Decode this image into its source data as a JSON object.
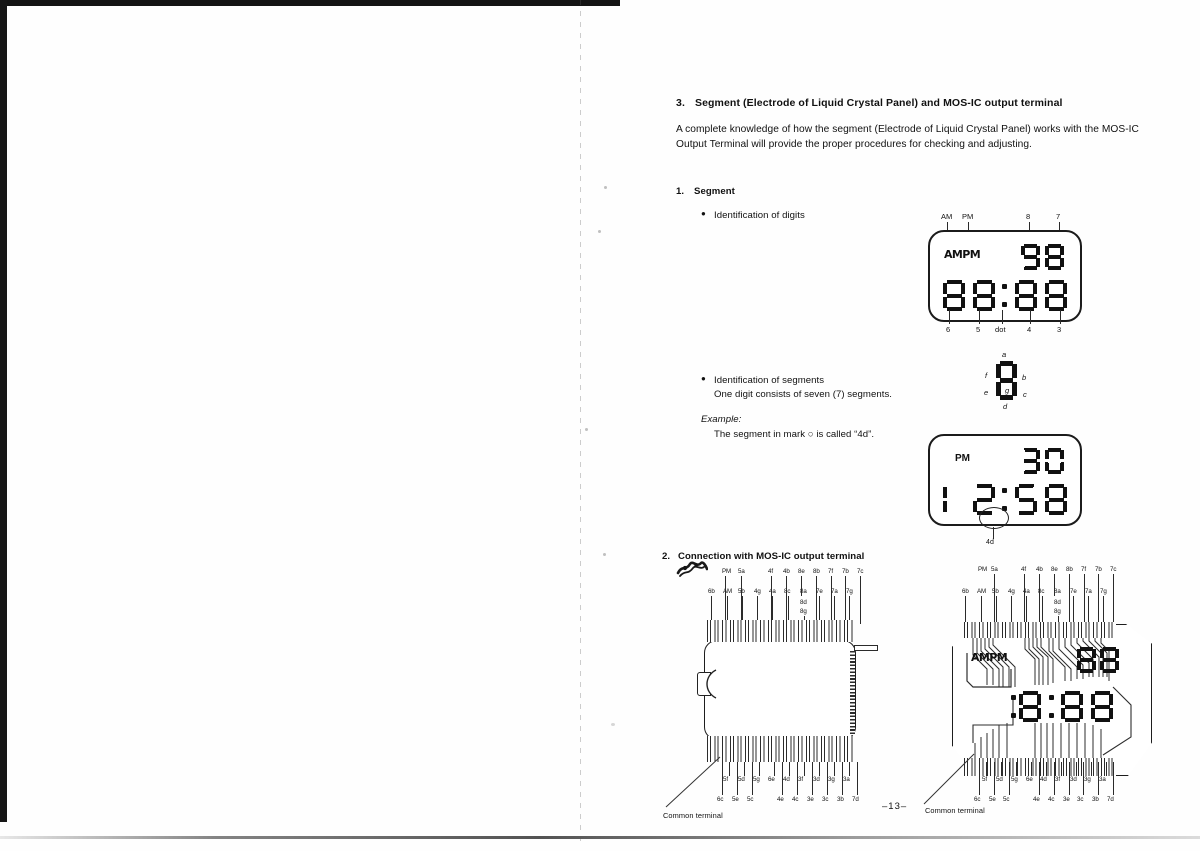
{
  "page": {
    "number": "–13–",
    "background": "#fefefe",
    "ink": "#111111"
  },
  "section": {
    "number": "3.",
    "title": "Segment (Electrode of Liquid Crystal Panel) and MOS-IC output terminal",
    "intro_line1": "A complete knowledge of how the segment (Electrode of Liquid Crystal Panel) works with the MOS-IC",
    "intro_line2": "Output Terminal will provide the proper procedures for checking and adjusting."
  },
  "sub1": {
    "number": "1.",
    "title": "Segment",
    "bullet1": "Identification of digits",
    "bullet2_line1": "Identification of segments",
    "bullet2_line2": "One digit consists of seven (7) segments.",
    "example_label": "Example:",
    "example_text": "The segment in mark ○ is called “4d”."
  },
  "sub2": {
    "number": "2.",
    "title": "Connection with MOS-IC output terminal",
    "common_terminal_left": "Common terminal",
    "common_terminal_right": "Common terminal"
  },
  "lcd_digits_figure": {
    "name": "identification-of-digits-lcd",
    "top_indicator": "AMPM",
    "top_callouts": [
      "AM",
      "PM"
    ],
    "top_digit_callouts": [
      "8",
      "7"
    ],
    "bottom_callouts": [
      "6",
      "5",
      "dot",
      "4",
      "3"
    ],
    "top_display": "88",
    "bottom_display": "88:88"
  },
  "segment_figure": {
    "name": "seven-segment-identification",
    "labels": {
      "a": "a",
      "b": "b",
      "c": "c",
      "d": "d",
      "e": "e",
      "f": "f",
      "g": "g"
    }
  },
  "lcd_example_figure": {
    "name": "example-lcd-4d",
    "pm_label": "PM",
    "top_display": "30",
    "bottom_display": "12:58",
    "marked_segment": "4d"
  },
  "ic_diagram": {
    "name": "mos-ic-output-terminal",
    "top_upper_labels": [
      "PM",
      "5a",
      "4f",
      "4b",
      "8e",
      "8b",
      "7f",
      "7b",
      "7c"
    ],
    "top_lower_labels": [
      "6b",
      "AM",
      "5b",
      "4g",
      "4a",
      "8c",
      "8a",
      "7e",
      "7a",
      "7g"
    ],
    "top_extra_labels": [
      "8d",
      "8g"
    ],
    "bottom_upper_labels": [
      "5f",
      "5d",
      "5g",
      "6e",
      "4d",
      "3f",
      "3d",
      "3g",
      "3a"
    ],
    "bottom_lower_labels": [
      "6c",
      "5e",
      "5c",
      "4e",
      "4c",
      "3e",
      "3c",
      "3b",
      "7d"
    ]
  },
  "panel_diagram": {
    "name": "liquid-crystal-panel-electrodes",
    "top_upper_labels": [
      "PM",
      "5a",
      "4f",
      "4b",
      "8e",
      "8b",
      "7f",
      "7b",
      "7c"
    ],
    "top_lower_labels": [
      "6b",
      "AM",
      "5b",
      "4g",
      "4a",
      "8c",
      "8a",
      "7e",
      "7a",
      "7g"
    ],
    "top_extra_labels": [
      "8d",
      "8g"
    ],
    "bottom_upper_labels": [
      "5f",
      "5d",
      "5g",
      "6e",
      "4d",
      "3f",
      "3d",
      "3g",
      "3a"
    ],
    "bottom_lower_labels": [
      "6c",
      "5e",
      "5c",
      "4e",
      "4c",
      "3e",
      "3c",
      "3b",
      "7d"
    ],
    "indicator": "AMPM",
    "top_display": "88",
    "bottom_display": "8:88"
  }
}
